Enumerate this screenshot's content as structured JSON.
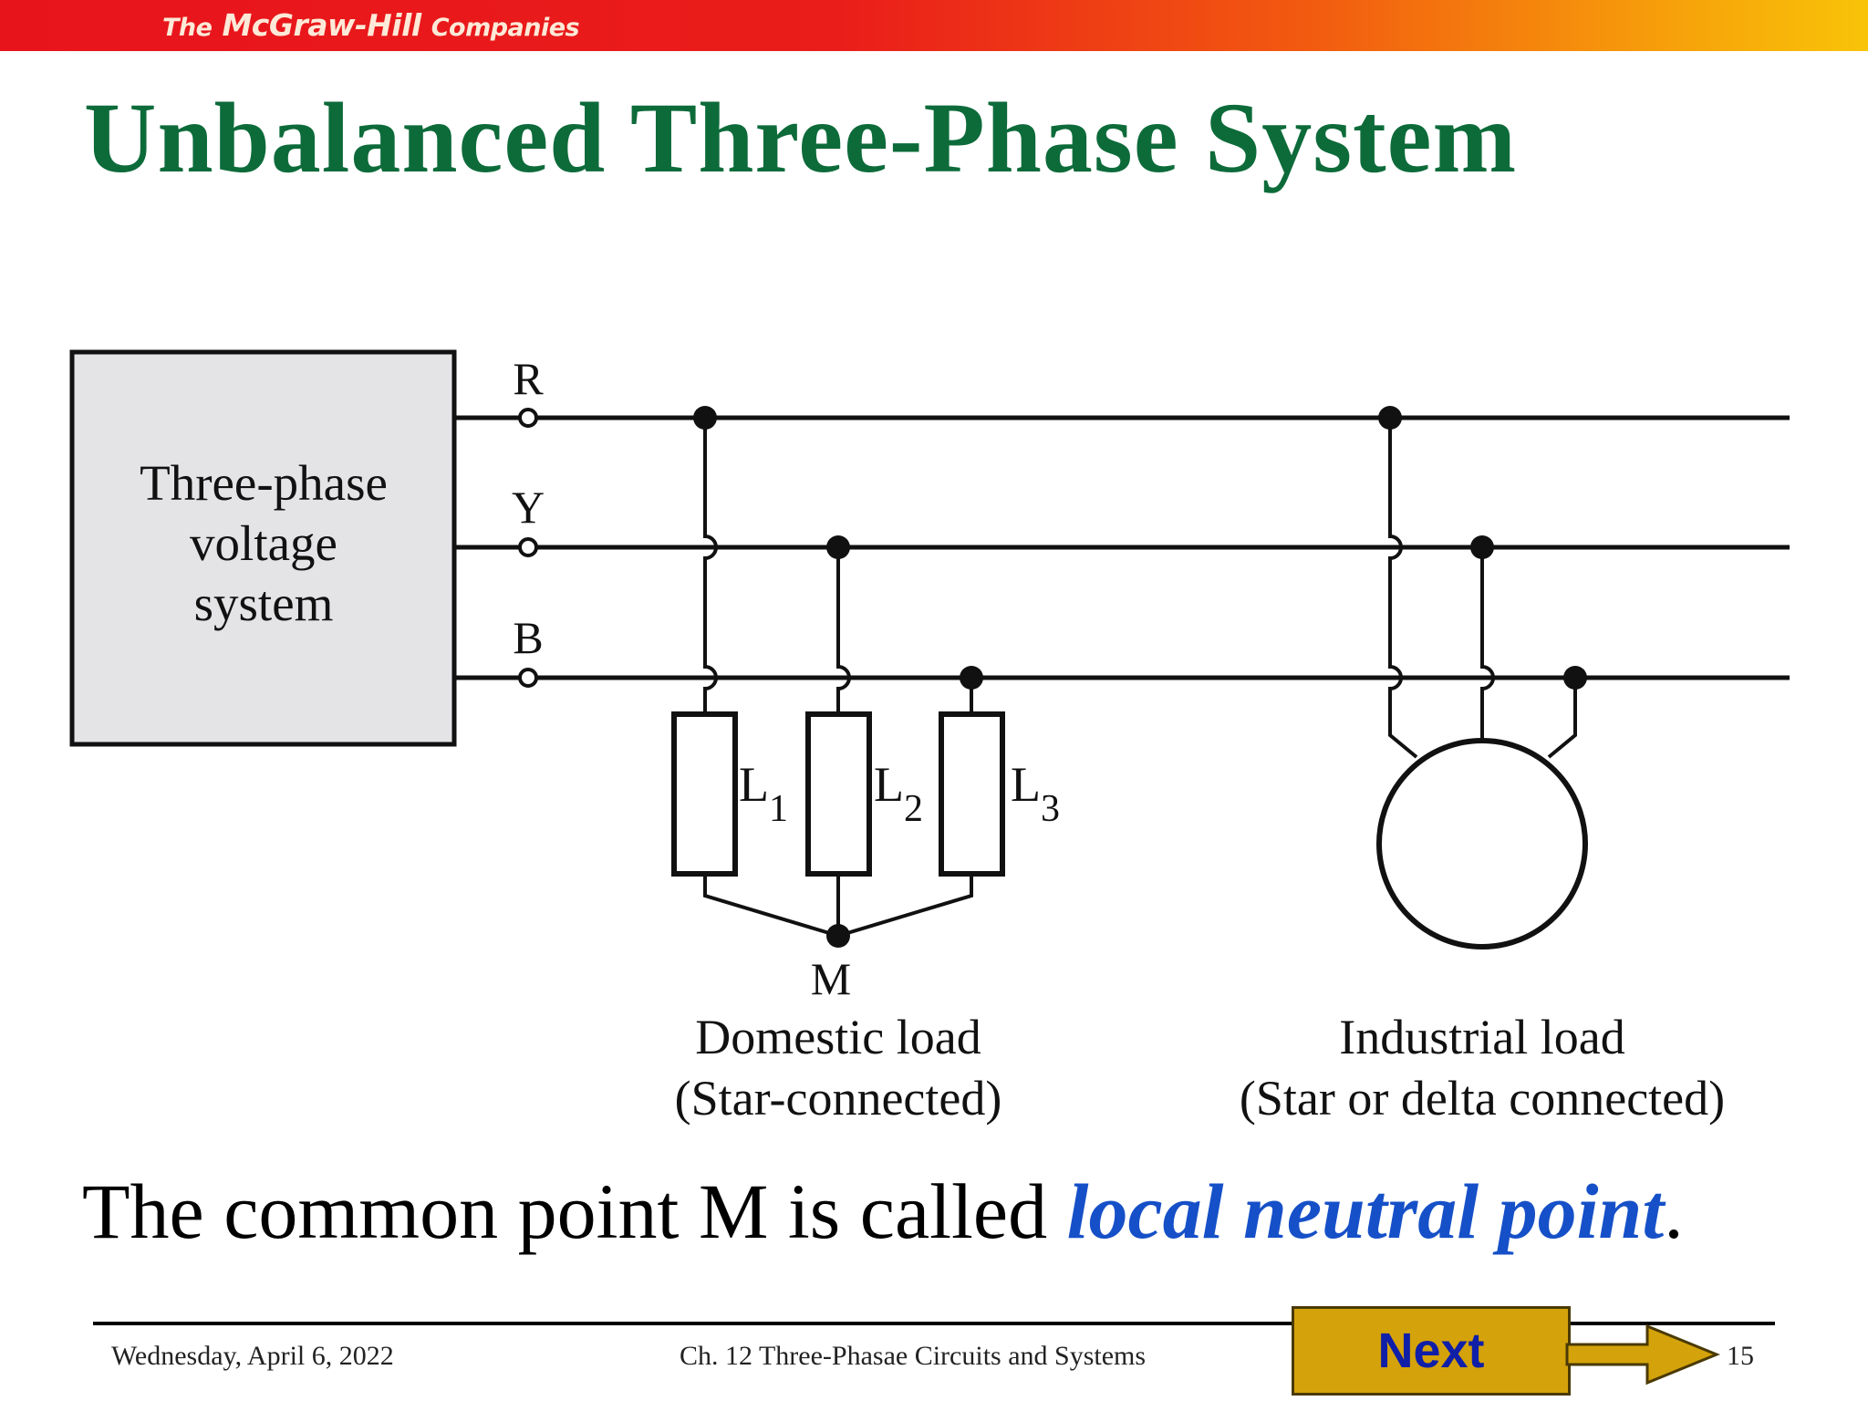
{
  "banner": {
    "the": "The",
    "name": "McGraw-Hill",
    "companies": "Companies"
  },
  "title": "Unbalanced Three-Phase System",
  "diagram": {
    "source_label": [
      "Three-phase",
      "voltage",
      "system"
    ],
    "lines": {
      "r": "R",
      "y": "Y",
      "b": "B"
    },
    "loads": {
      "l1": "L",
      "l1_sub": "1",
      "l2": "L",
      "l2_sub": "2",
      "l3": "L",
      "l3_sub": "3"
    },
    "neutral_label": "M",
    "domestic_label": [
      "Domestic load",
      "(Star-connected)"
    ],
    "industrial_label": [
      "Industrial load",
      "(Star or delta connected)"
    ]
  },
  "caption": {
    "before": "The common point M is called ",
    "emphasis": "local neutral point",
    "after": "."
  },
  "footer": {
    "date": "Wednesday, April 6, 2022",
    "chapter": "Ch. 12 Three-Phasae Circuits and Systems",
    "page": "15"
  },
  "next_button": {
    "label": "Next"
  },
  "colors": {
    "title": "#0d6b3a",
    "emphasis": "#1650c8",
    "next_bg": "#d4a20a",
    "next_text": "#0f1fa8",
    "arrow": "#d4a20a"
  }
}
